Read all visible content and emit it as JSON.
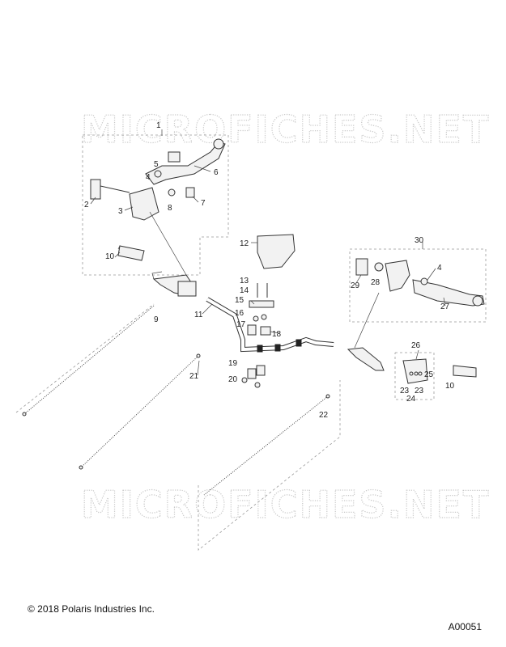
{
  "watermark": "MICROFICHES.NET",
  "copyright": "© 2018 Polaris Industries Inc.",
  "figure_code": "A00051",
  "callouts": {
    "c1": "1",
    "c2": "2",
    "c3": "3",
    "c4a": "4",
    "c4b": "4",
    "c5": "5",
    "c6": "6",
    "c7": "7",
    "c8": "8",
    "c9": "9",
    "c10a": "10",
    "c10b": "10",
    "c11": "11",
    "c12": "12",
    "c13": "13",
    "c14": "14",
    "c15": "15",
    "c16": "16",
    "c17": "17",
    "c18": "18",
    "c19": "19",
    "c20": "20",
    "c21": "21",
    "c22": "22",
    "c23a": "23",
    "c23b": "23",
    "c24": "24",
    "c25": "25",
    "c26": "26",
    "c27": "27",
    "c28": "28",
    "c29": "29",
    "c30": "30"
  }
}
